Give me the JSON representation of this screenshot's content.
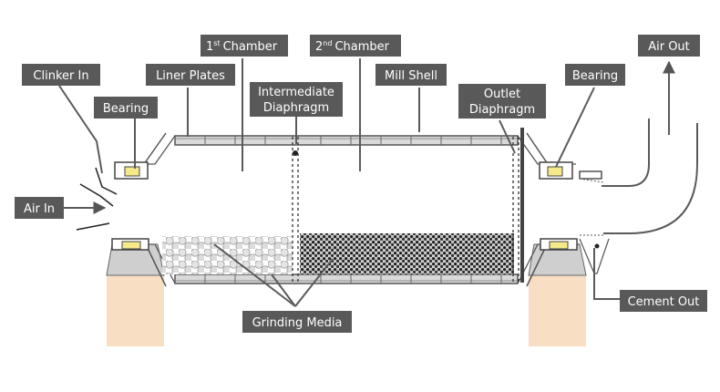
{
  "labels": {
    "chamber1": "1st Chamber",
    "chamber1_num": "1",
    "chamber1_sup": "st",
    "chamber1_word": "Chamber",
    "chamber2": "2nd Chamber",
    "chamber2_num": "2",
    "chamber2_sup": "nd",
    "chamber2_word": "Chamber",
    "air_out": "Air Out",
    "clinker_in": "Clinker In",
    "liner_plates": "Liner Plates",
    "mill_shell": "Mill Shell",
    "bearing_left": "Bearing",
    "bearing_right": "Bearing",
    "intermediate_diaphragm_line1": "Intermediate",
    "intermediate_diaphragm_line2": "Diaphragm",
    "outlet_diaphragm_line1": "Outlet",
    "outlet_diaphragm_line2": "Diaphragm",
    "air_in": "Air In",
    "grinding_media": "Grinding Media",
    "cement_out": "Cement Out"
  },
  "colors": {
    "label_bg": "#595959",
    "pier": "#f8dfc4",
    "bearing_pad": "#f5e98a",
    "line": "#5a5a5a"
  }
}
